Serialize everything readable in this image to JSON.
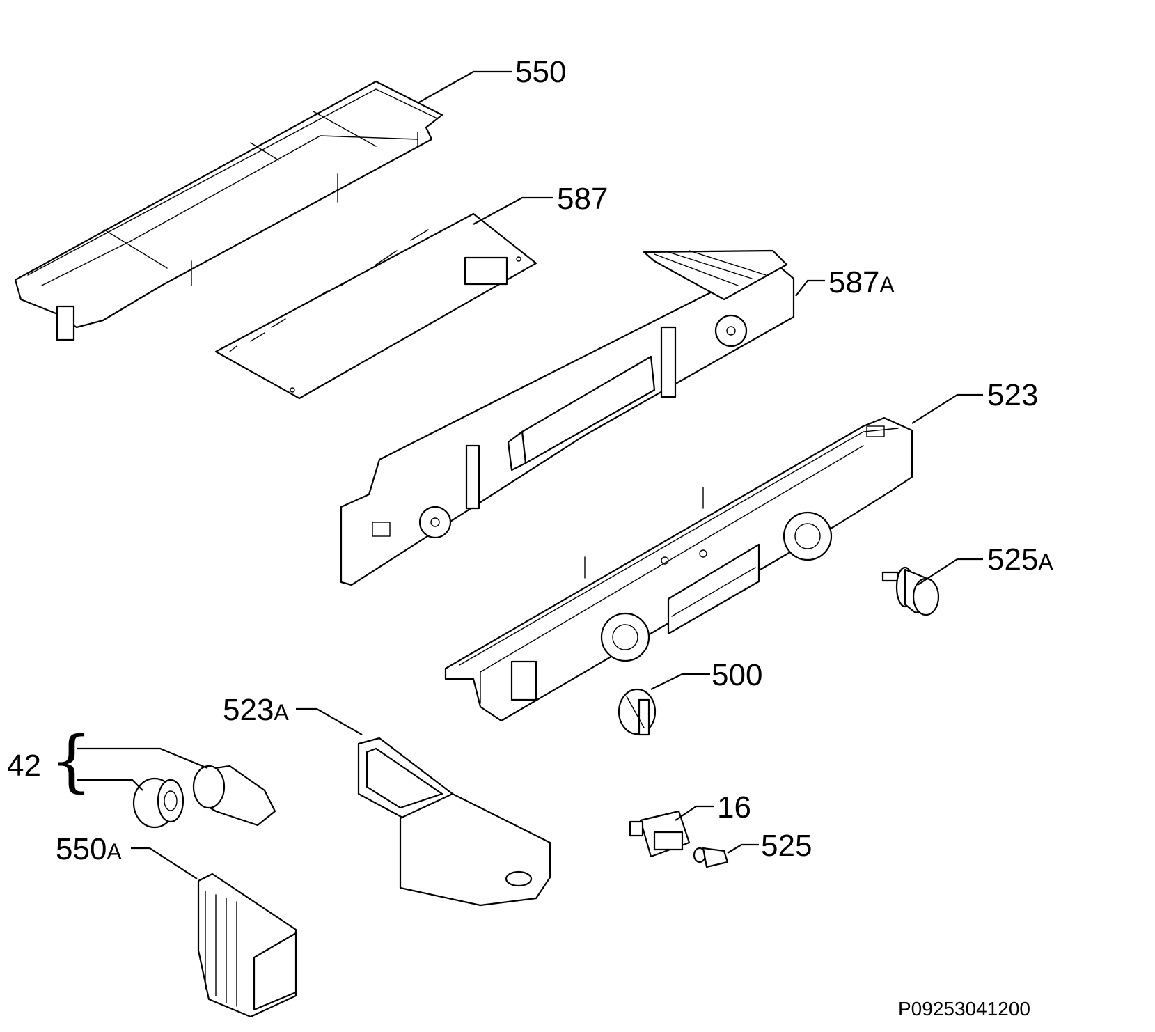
{
  "callouts": {
    "c550": {
      "num": "550",
      "suffix": ""
    },
    "c587": {
      "num": "587",
      "suffix": ""
    },
    "c587a": {
      "num": "587",
      "suffix": "A"
    },
    "c523": {
      "num": "523",
      "suffix": ""
    },
    "c525a": {
      "num": "525",
      "suffix": "A"
    },
    "c500": {
      "num": "500",
      "suffix": ""
    },
    "c523a": {
      "num": "523",
      "suffix": "A"
    },
    "c42": {
      "num": "42",
      "suffix": ""
    },
    "c550a": {
      "num": "550",
      "suffix": "A"
    },
    "c16": {
      "num": "16",
      "suffix": ""
    },
    "c525": {
      "num": "525",
      "suffix": ""
    }
  },
  "diagram_reference": "P09253041200"
}
